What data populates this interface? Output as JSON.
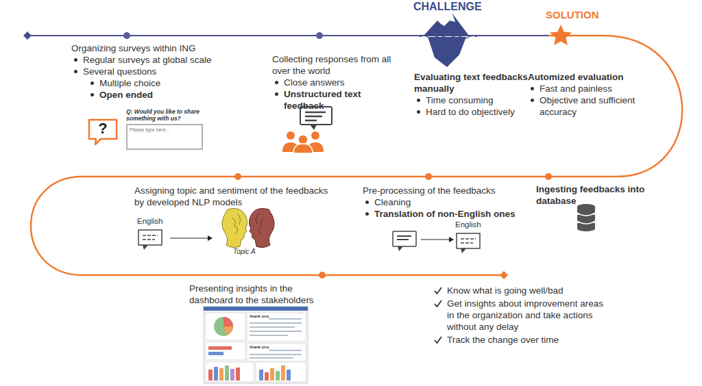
{
  "diagram": {
    "nodes": [
      {
        "text": [
          "Organizing surveys within ING",
          "Regular surveys at global scale",
          "Several questions",
          "Multiple choice",
          "Open ended"
        ]
      },
      {
        "text": [
          "Q: Would you like to share something with us?",
          "Please type here..."
        ]
      },
      {
        "text": [
          "?"
        ]
      },
      {
        "text": [
          "Collecting responses from all over the world",
          "Close answers",
          "Unstructured text feedback"
        ]
      },
      {
        "text": [
          "Evaluating text feedbacks manually",
          "Time consuming",
          "Hard to do objectively"
        ]
      },
      {
        "text": [
          "Automized evaluation",
          "Fast and painless",
          "Objective and sufficient accuracy"
        ]
      },
      {
        "text": [
          "Ingesting feedbacks into database"
        ]
      },
      {
        "text": [
          "Pre-processing of the feedbacks",
          "Cleaning",
          "Translation of non-English ones"
        ]
      },
      {
        "text": [
          "English"
        ]
      },
      {
        "text": [
          "Assigning topic and sentiment of the feedbacks by developed NLP models"
        ]
      },
      {
        "text": [
          "English"
        ]
      },
      {
        "text": [
          "Presenting insights in the dashboard to the stakeholders"
        ]
      },
      {
        "text": [
          "Know what is going well/bad",
          "Get insights about improvement areas in the organization and take actions without any delay",
          "Track the change over time"
        ]
      }
    ],
    "labels": [
      "CHALLENGE",
      "SOLUTION",
      "Topic A",
      "thank you",
      "thank you"
    ]
  }
}
